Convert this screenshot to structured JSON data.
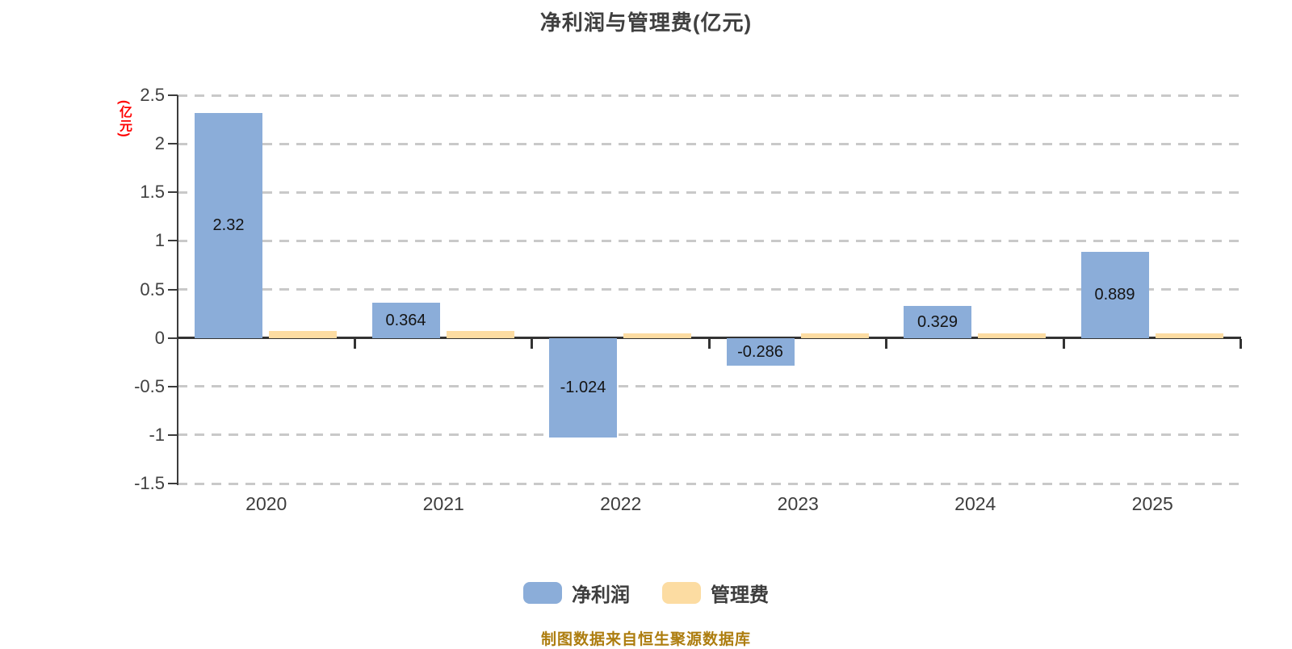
{
  "colors": {
    "net_profit_bar": "#8badd9",
    "management_fee_bar": "#fcdca2",
    "title_text": "#404040",
    "axis_line": "#333333",
    "gridline": "#c9c9c9",
    "y_axis_title": "#ff0000",
    "source_note": "#ad7d0f"
  },
  "chart_data": {
    "type": "bar",
    "title": "净利润与管理费(亿元)",
    "ylabel": "(亿元)",
    "categories": [
      "2020",
      "2021",
      "2022",
      "2023",
      "2024",
      "2025"
    ],
    "series": [
      {
        "name": "净利润",
        "color": "#8badd9",
        "values": [
          2.32,
          0.364,
          -1.024,
          -0.286,
          0.329,
          0.889
        ],
        "labels": [
          "2.32",
          "0.364",
          "-1.024",
          "-0.286",
          "0.329",
          "0.889"
        ]
      },
      {
        "name": "管理费",
        "color": "#fcdca2",
        "values": [
          0.075,
          0.07,
          0.05,
          0.05,
          0.05,
          0.045
        ],
        "labels": [
          "",
          "",
          "",
          "",
          "",
          ""
        ]
      }
    ],
    "yticks": [
      "2.5",
      "2",
      "1.5",
      "1",
      "0.5",
      "0",
      "-0.5",
      "-1",
      "-1.5"
    ],
    "ylim": [
      -1.5,
      2.5
    ],
    "grid": "horizontal-dashed",
    "legend_position": "bottom",
    "source_note": "制图数据来自恒生聚源数据库"
  }
}
